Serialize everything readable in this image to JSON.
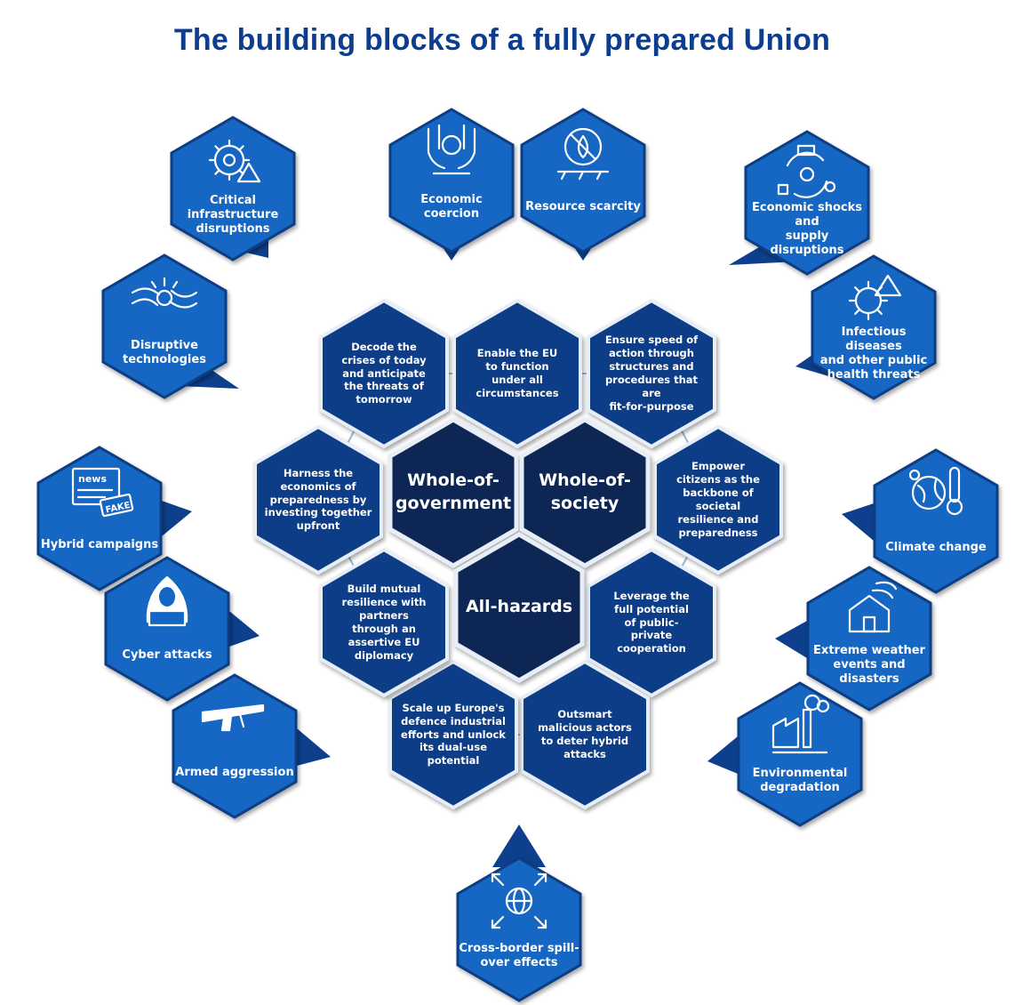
{
  "title": "The building blocks of a fully prepared Union",
  "colors": {
    "title": "#0d3d8f",
    "threat_fill": "#1466c4",
    "threat_border": "#0b3c82",
    "block_fill": "#0e3c86",
    "core_fill": "#0b2552",
    "edge": "#e8eef7",
    "tail": "#0d3f8c"
  },
  "core": [
    {
      "id": "whole-of-government",
      "label": "Whole-of-\ngovernment"
    },
    {
      "id": "whole-of-society",
      "label": "Whole-of-\nsociety"
    },
    {
      "id": "all-hazards",
      "label": "All-hazards"
    }
  ],
  "blocks": [
    {
      "id": "decode",
      "label": "Decode the\ncrises of today\nand anticipate\nthe threats of\ntomorrow"
    },
    {
      "id": "enable-eu",
      "label": "Enable the EU\nto function\nunder all\ncircumstances"
    },
    {
      "id": "speed",
      "label": "Ensure speed of\naction through\nstructures and\nprocedures that are\nfit-for-purpose"
    },
    {
      "id": "empower",
      "label": "Empower\ncitizens as the\nbackbone of\nsocietal\nresilience and\npreparedness"
    },
    {
      "id": "leverage",
      "label": "Leverage the\nfull potential\nof public-\nprivate\ncooperation"
    },
    {
      "id": "outsmart",
      "label": "Outsmart\nmalicious actors\nto deter hybrid\nattacks"
    },
    {
      "id": "scale-up",
      "label": "Scale up Europe's\ndefence industrial\nefforts and unlock\nits dual-use\npotential"
    },
    {
      "id": "mutual",
      "label": "Build mutual\nresilience with\npartners\nthrough an\nassertive EU\ndiplomacy"
    },
    {
      "id": "harness",
      "label": "Harness the\neconomics of\npreparedness by\ninvesting together\nupfront"
    }
  ],
  "threats": [
    {
      "id": "critical-infrastructure",
      "label": "Critical\ninfrastructure\ndisruptions",
      "icon": "gear-warning-icon"
    },
    {
      "id": "disruptive-technologies",
      "label": "Disruptive\ntechnologies",
      "icon": "broken-cable-icon"
    },
    {
      "id": "economic-coercion",
      "label": "Economic coercion",
      "icon": "coin-hands-icon"
    },
    {
      "id": "resource-scarcity",
      "label": "Resource  scarcity",
      "icon": "no-water-icon"
    },
    {
      "id": "economic-shocks",
      "label": "Economic shocks and\nsupply disruptions",
      "icon": "supply-cycle-icon"
    },
    {
      "id": "infectious-diseases",
      "label": "Infectious diseases\nand other public\nhealth threats",
      "icon": "virus-warning-icon"
    },
    {
      "id": "hybrid-campaigns",
      "label": "Hybrid campaigns",
      "icon": "fake-news-icon",
      "icon_text_1": "news",
      "icon_text_2": "FAKE"
    },
    {
      "id": "cyber-attacks",
      "label": "Cyber attacks",
      "icon": "hacker-icon"
    },
    {
      "id": "armed-aggression",
      "label": "Armed aggression",
      "icon": "rifle-icon"
    },
    {
      "id": "climate-change",
      "label": "Climate change",
      "icon": "thermometer-globe-icon"
    },
    {
      "id": "extreme-weather",
      "label": "Extreme weather\nevents and disasters",
      "icon": "storm-house-icon"
    },
    {
      "id": "environmental-degradation",
      "label": "Environmental\ndegradation",
      "icon": "polluting-factory-icon"
    },
    {
      "id": "cross-border",
      "label": "Cross-border spill-\nover effects",
      "icon": "globe-arrows-icon"
    }
  ]
}
